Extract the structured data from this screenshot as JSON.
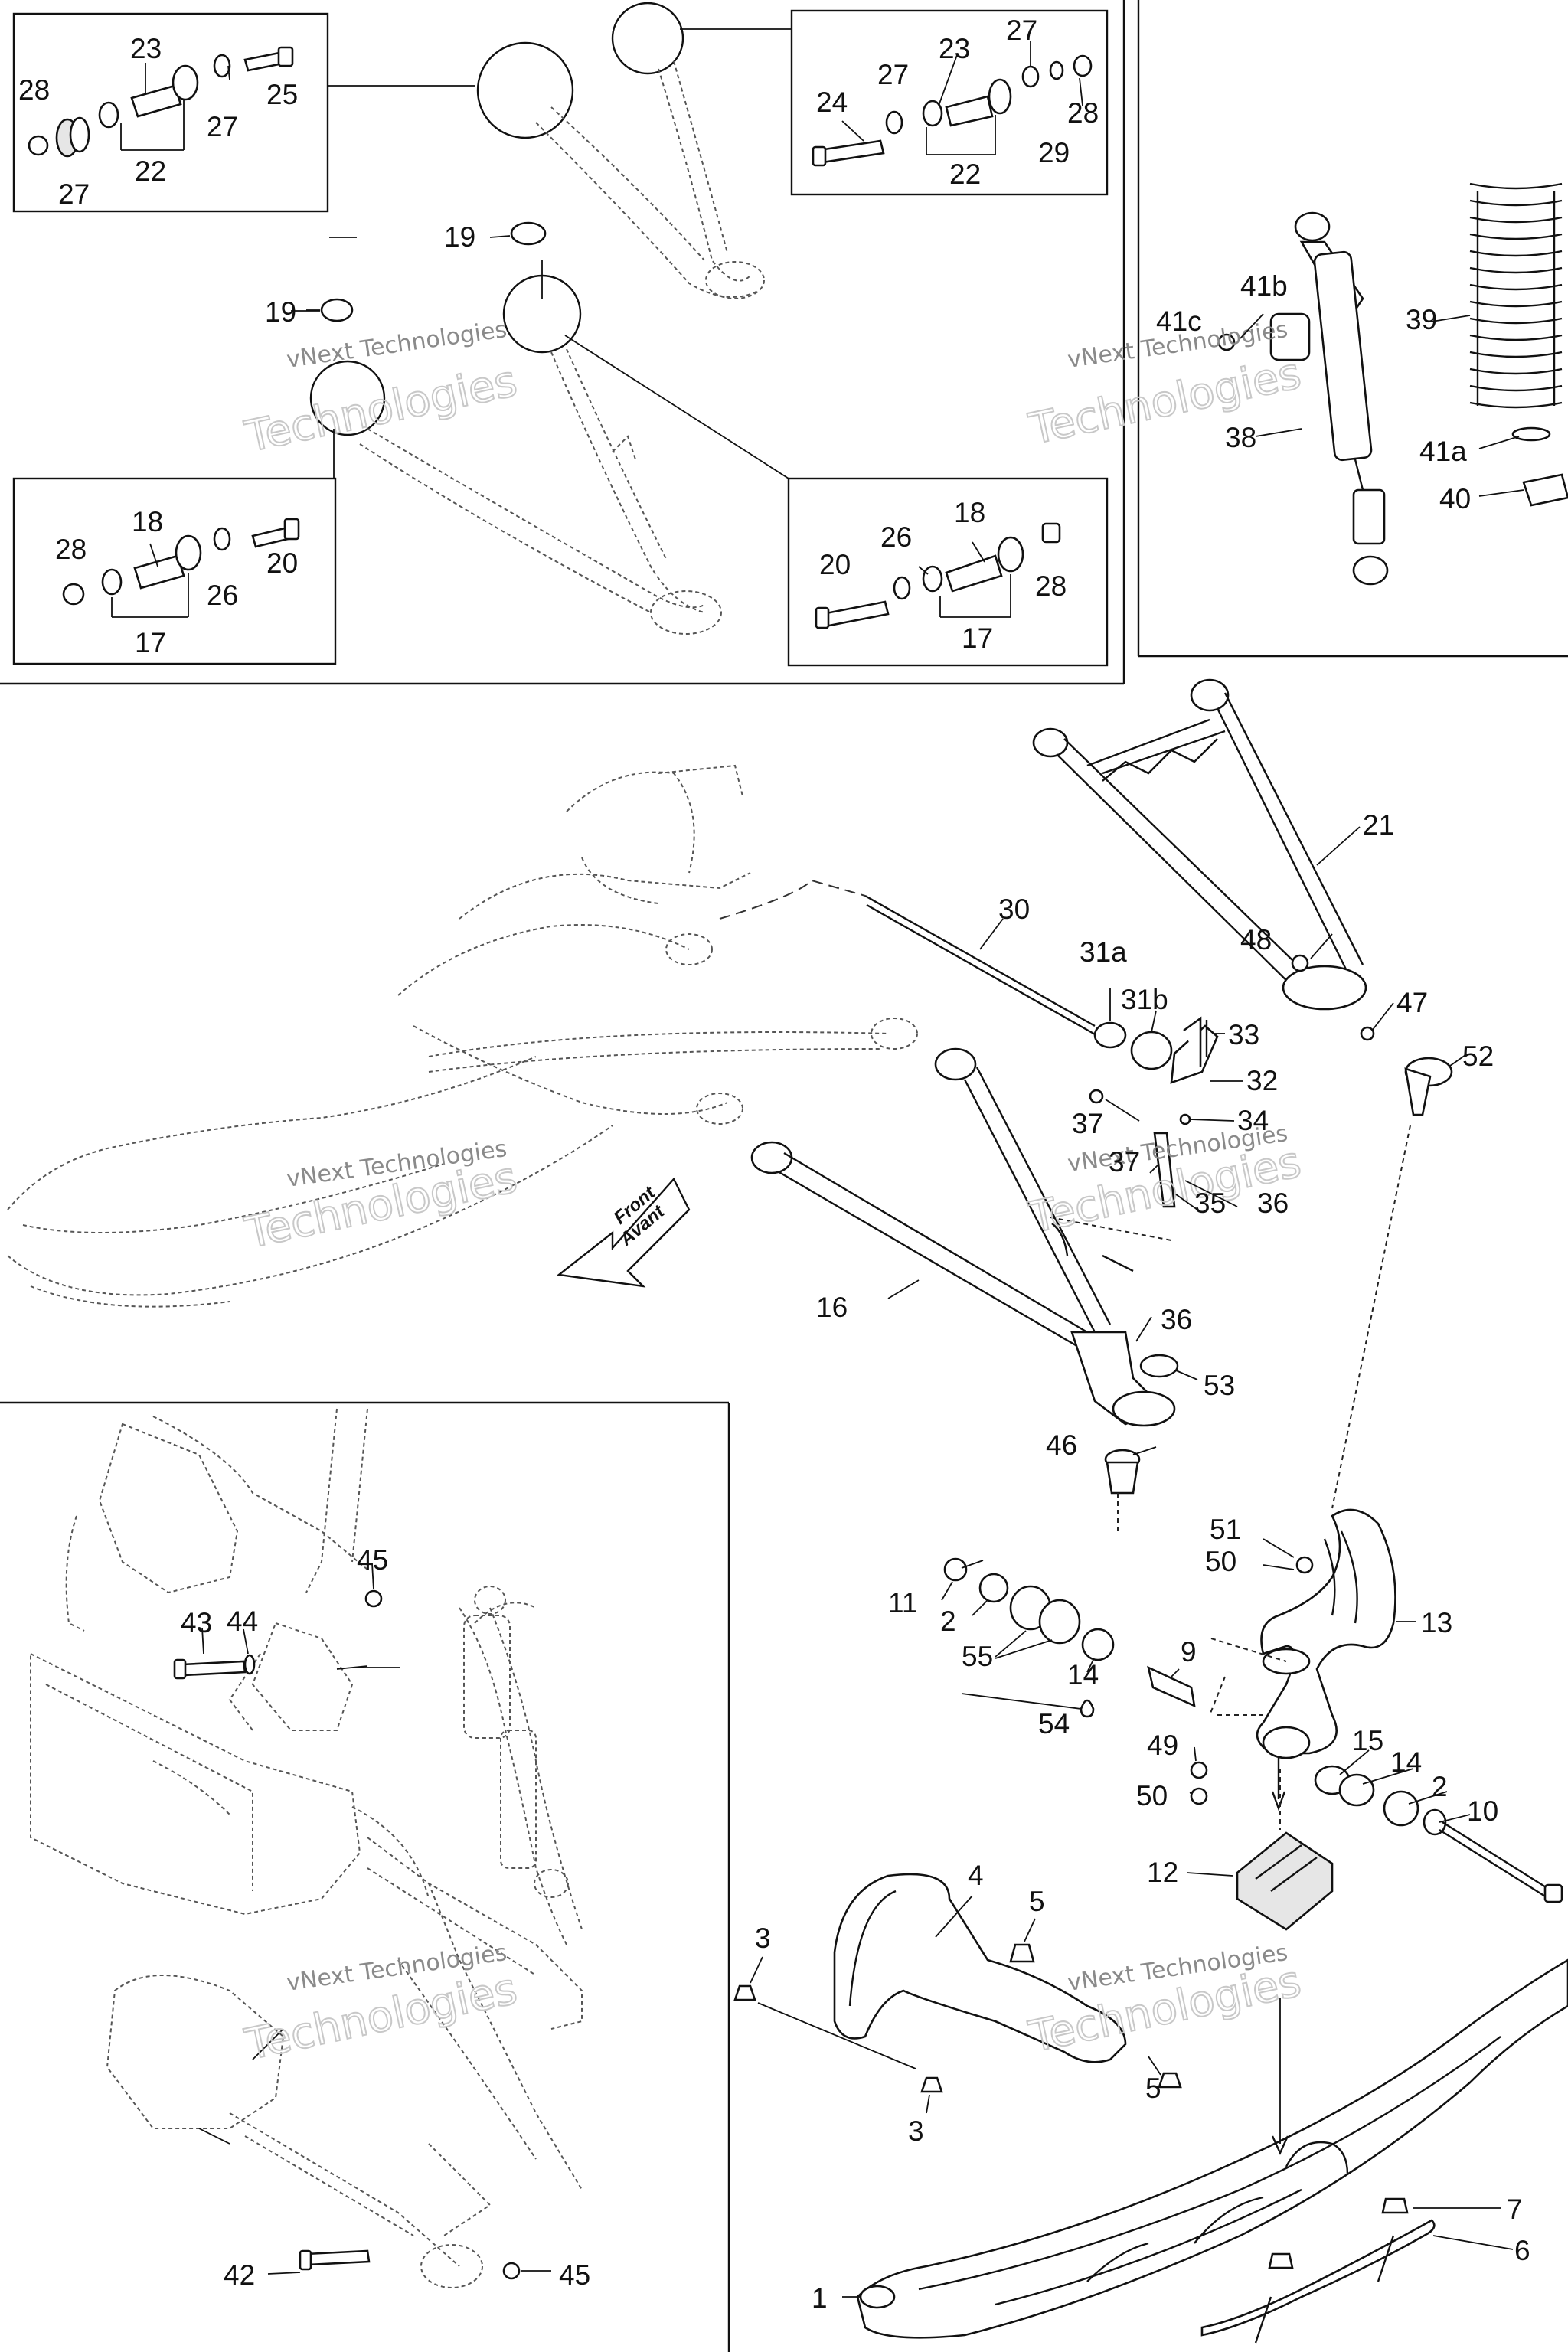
{
  "callouts": [
    {
      "id": "c1",
      "text": "1"
    },
    {
      "id": "c2a",
      "text": "2"
    },
    {
      "id": "c2b",
      "text": "2"
    },
    {
      "id": "c3a",
      "text": "3"
    },
    {
      "id": "c3b",
      "text": "3"
    },
    {
      "id": "c4",
      "text": "4"
    },
    {
      "id": "c5a",
      "text": "5"
    },
    {
      "id": "c5b",
      "text": "5"
    },
    {
      "id": "c6",
      "text": "6"
    },
    {
      "id": "c7",
      "text": "7"
    },
    {
      "id": "c9",
      "text": "9"
    },
    {
      "id": "c10",
      "text": "10"
    },
    {
      "id": "c11",
      "text": "11"
    },
    {
      "id": "c12",
      "text": "12"
    },
    {
      "id": "c13",
      "text": "13"
    },
    {
      "id": "c14a",
      "text": "14"
    },
    {
      "id": "c14b",
      "text": "14"
    },
    {
      "id": "c15",
      "text": "15"
    },
    {
      "id": "c16",
      "text": "16"
    },
    {
      "id": "c17a",
      "text": "17"
    },
    {
      "id": "c17b",
      "text": "17"
    },
    {
      "id": "c18a",
      "text": "18"
    },
    {
      "id": "c18b",
      "text": "18"
    },
    {
      "id": "c19a",
      "text": "19"
    },
    {
      "id": "c19b",
      "text": "19"
    },
    {
      "id": "c20a",
      "text": "20"
    },
    {
      "id": "c20b",
      "text": "20"
    },
    {
      "id": "c21",
      "text": "21"
    },
    {
      "id": "c22a",
      "text": "22"
    },
    {
      "id": "c22b",
      "text": "22"
    },
    {
      "id": "c23a",
      "text": "23"
    },
    {
      "id": "c23b",
      "text": "23"
    },
    {
      "id": "c24",
      "text": "24"
    },
    {
      "id": "c25",
      "text": "25"
    },
    {
      "id": "c26a",
      "text": "26"
    },
    {
      "id": "c26b",
      "text": "26"
    },
    {
      "id": "c27a",
      "text": "27"
    },
    {
      "id": "c27b",
      "text": "27"
    },
    {
      "id": "c27c",
      "text": "27"
    },
    {
      "id": "c27d",
      "text": "27"
    },
    {
      "id": "c28a",
      "text": "28"
    },
    {
      "id": "c28b",
      "text": "28"
    },
    {
      "id": "c28c",
      "text": "28"
    },
    {
      "id": "c28d",
      "text": "28"
    },
    {
      "id": "c29",
      "text": "29"
    },
    {
      "id": "c30",
      "text": "30"
    },
    {
      "id": "c31a",
      "text": "31a"
    },
    {
      "id": "c31b",
      "text": "31b"
    },
    {
      "id": "c32",
      "text": "32"
    },
    {
      "id": "c33",
      "text": "33"
    },
    {
      "id": "c34",
      "text": "34"
    },
    {
      "id": "c35",
      "text": "35"
    },
    {
      "id": "c36a",
      "text": "36"
    },
    {
      "id": "c36b",
      "text": "36"
    },
    {
      "id": "c37a",
      "text": "37"
    },
    {
      "id": "c37b",
      "text": "37"
    },
    {
      "id": "c38",
      "text": "38"
    },
    {
      "id": "c39",
      "text": "39"
    },
    {
      "id": "c40",
      "text": "40"
    },
    {
      "id": "c41a",
      "text": "41a"
    },
    {
      "id": "c41b",
      "text": "41b"
    },
    {
      "id": "c41c",
      "text": "41c"
    },
    {
      "id": "c42",
      "text": "42"
    },
    {
      "id": "c43",
      "text": "43"
    },
    {
      "id": "c44",
      "text": "44"
    },
    {
      "id": "c45a",
      "text": "45"
    },
    {
      "id": "c45b",
      "text": "45"
    },
    {
      "id": "c46",
      "text": "46"
    },
    {
      "id": "c47",
      "text": "47"
    },
    {
      "id": "c48",
      "text": "48"
    },
    {
      "id": "c49",
      "text": "49"
    },
    {
      "id": "c50a",
      "text": "50"
    },
    {
      "id": "c50b",
      "text": "50"
    },
    {
      "id": "c51",
      "text": "51"
    },
    {
      "id": "c52",
      "text": "52"
    },
    {
      "id": "c53",
      "text": "53"
    },
    {
      "id": "c54",
      "text": "54"
    },
    {
      "id": "c55",
      "text": "55"
    }
  ],
  "front_arrow": {
    "line1": "Front",
    "line2": "Avant"
  },
  "watermark": {
    "brand": "vNext Technologies",
    "big": "Technologies"
  }
}
